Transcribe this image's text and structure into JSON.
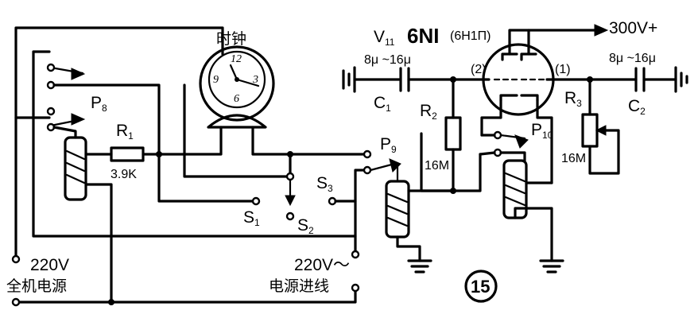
{
  "labels": {
    "clock": "时钟",
    "tube_v": "V",
    "tube_v_sub": "11",
    "tube_model": "6NI",
    "tube_alt": "(6H1П)",
    "b_plus": "300V+",
    "cap1_value": "8μ ~16μ",
    "cap2_value": "8μ ~16μ",
    "c1": "C",
    "c1_sub": "1",
    "c2": "C",
    "c2_sub": "2",
    "r1": "R",
    "r1_sub": "1",
    "r1_value": "3.9K",
    "r2": "R",
    "r2_sub": "2",
    "r2_value": "16M",
    "r3": "R",
    "r3_sub": "3",
    "r3_value": "16M",
    "pin2": "(2)",
    "pin1": "(1)",
    "p8": "P",
    "p8_sub": "8",
    "p9": "P",
    "p9_sub": "9",
    "p10": "P",
    "p10_sub": "10",
    "s1": "S",
    "s1_sub": "1",
    "s2": "S",
    "s2_sub": "2",
    "s3": "S",
    "s3_sub": "3",
    "main_power_v": "220V",
    "main_power_text": "全机电源",
    "mains_in_v": "220V～",
    "mains_in_text": "电源进线",
    "figure_no": "15"
  },
  "clock_numerals": [
    "12",
    "3",
    "6",
    "9"
  ]
}
